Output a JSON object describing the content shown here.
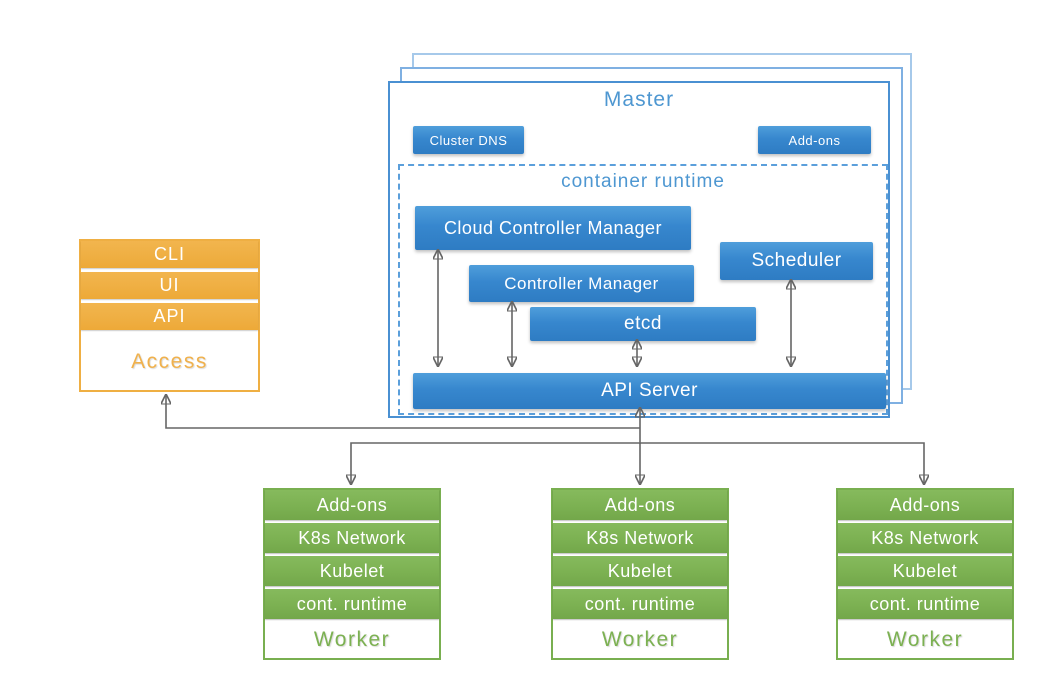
{
  "colors": {
    "component_blue": "#3787ce",
    "frame_blue_border": "#4a90d2",
    "label_blue_text": "#4e97d1",
    "access_orange": "#efaf43",
    "worker_green": "#7cb152",
    "arrow_gray": "#666666"
  },
  "master": {
    "title": "Master",
    "cluster_dns_label": "Cluster DNS",
    "addons_label": "Add-ons",
    "container_runtime": {
      "title": "container runtime",
      "cloud_controller_manager": "Cloud Controller Manager",
      "controller_manager": "Controller Manager",
      "scheduler": "Scheduler",
      "etcd": "etcd",
      "api_server": "API Server"
    }
  },
  "access": {
    "rows": [
      "CLI",
      "UI",
      "API"
    ],
    "label": "Access"
  },
  "workers": [
    {
      "rows": [
        "Add-ons",
        "K8s Network",
        "Kubelet",
        "cont. runtime"
      ],
      "label": "Worker"
    },
    {
      "rows": [
        "Add-ons",
        "K8s Network",
        "Kubelet",
        "cont. runtime"
      ],
      "label": "Worker"
    },
    {
      "rows": [
        "Add-ons",
        "K8s Network",
        "Kubelet",
        "cont. runtime"
      ],
      "label": "Worker"
    }
  ]
}
